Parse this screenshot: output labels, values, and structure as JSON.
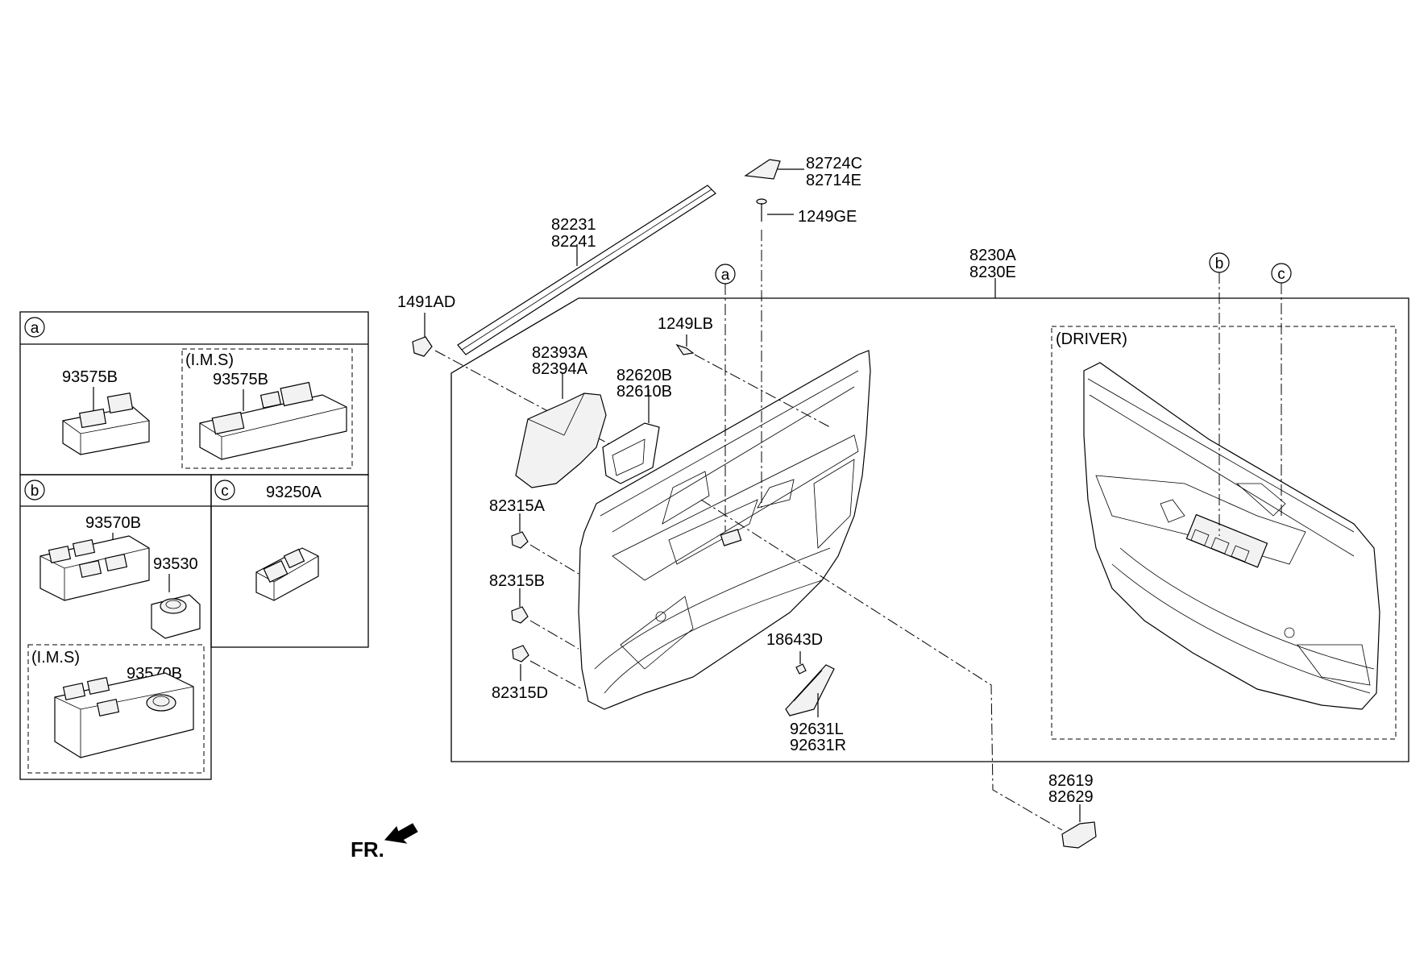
{
  "callouts": {
    "a": "a",
    "b": "b",
    "c": "c"
  },
  "inset_a": {
    "header": "a",
    "left_part": "93575B",
    "ims_title": "(I.M.S)",
    "ims_part": "93575B"
  },
  "inset_b": {
    "header": "b",
    "part_main": "93570B",
    "part_knob": "93530",
    "ims_title": "(I.M.S)",
    "ims_part": "93570B"
  },
  "inset_c": {
    "header": "c",
    "part": "93250A"
  },
  "labels": {
    "p82724C": "82724C",
    "p82714E": "82714E",
    "p1249GE": "1249GE",
    "p82231": "82231",
    "p82241": "82241",
    "p8230A": "8230A",
    "p8230E": "8230E",
    "p1491AD": "1491AD",
    "p1249LB": "1249LB",
    "p82393A": "82393A",
    "p82394A": "82394A",
    "p82620B": "82620B",
    "p82610B": "82610B",
    "p82315A": "82315A",
    "p82315B": "82315B",
    "p82315D": "82315D",
    "p18643D": "18643D",
    "p92631L": "92631L",
    "p92631R": "92631R",
    "p82619": "82619",
    "p82629": "82629"
  },
  "driver_box": {
    "title": "(DRIVER)"
  },
  "front_marker": {
    "text": "FR."
  }
}
